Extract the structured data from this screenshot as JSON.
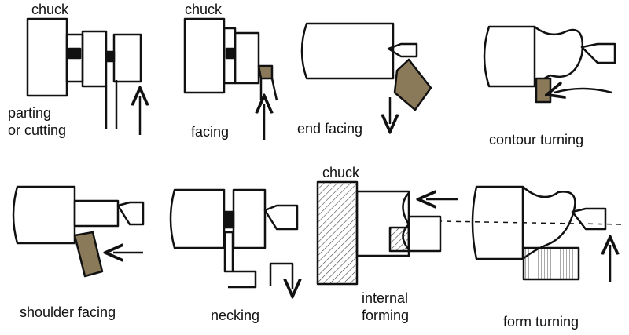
{
  "labels": {
    "chuck_1": "chuck",
    "chuck_2": "chuck",
    "chuck_3": "chuck",
    "parting_line1": "parting",
    "parting_line2": "or cutting",
    "facing": "facing",
    "end_facing": "end facing",
    "contour_turning": "contour turning",
    "shoulder_facing": "shoulder facing",
    "necking": "necking",
    "internal_line1": "internal",
    "internal_line2": "forming",
    "form_turning": "form turning"
  },
  "colors": {
    "ink": "#111111",
    "tool_tip": "#8a7a5a",
    "hatch": "#444444",
    "background": "#ffffff"
  }
}
